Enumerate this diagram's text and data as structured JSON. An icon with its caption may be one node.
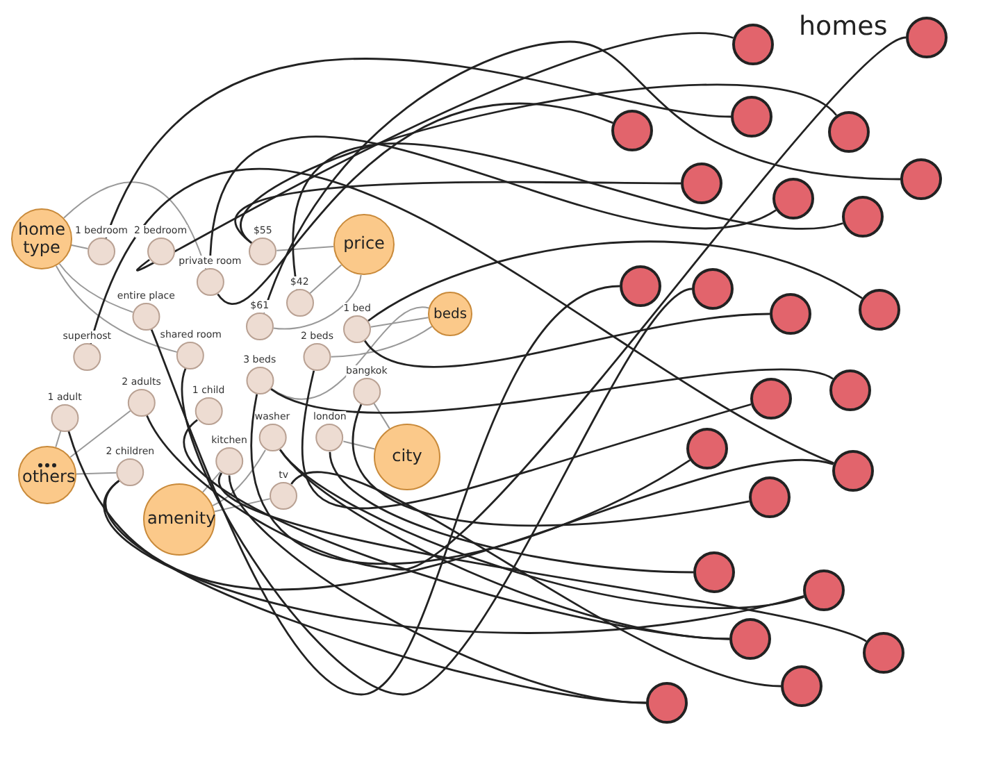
{
  "diagram": {
    "nodes": [
      {
        "text": [
          "home type"
        ]
      },
      {
        "text": [
          "price"
        ]
      },
      {
        "text": [
          "beds"
        ]
      },
      {
        "text": [
          "city"
        ]
      },
      {
        "text": [
          "others"
        ]
      },
      {
        "text": [
          "amenity"
        ]
      },
      {
        "text": [
          "1 bedroom"
        ]
      },
      {
        "text": [
          "2 bedroom"
        ]
      },
      {
        "text": [
          "private room"
        ]
      },
      {
        "text": [
          "$55"
        ]
      },
      {
        "text": [
          "entire place"
        ]
      },
      {
        "text": [
          "shared room"
        ]
      },
      {
        "text": [
          "superhost"
        ]
      },
      {
        "text": [
          "$61"
        ]
      },
      {
        "text": [
          "$42"
        ]
      },
      {
        "text": [
          "1 bed"
        ]
      },
      {
        "text": [
          "2 beds"
        ]
      },
      {
        "text": [
          "3 beds"
        ]
      },
      {
        "text": [
          "bangkok"
        ]
      },
      {
        "text": [
          "london"
        ]
      },
      {
        "text": [
          "washer"
        ]
      },
      {
        "text": [
          "kitchen"
        ]
      },
      {
        "text": [
          "tv"
        ]
      },
      {
        "text": [
          "1 adult"
        ]
      },
      {
        "text": [
          "2 adults"
        ]
      },
      {
        "text": [
          "1 child"
        ]
      },
      {
        "text": [
          "2 children"
        ]
      },
      {
        "text": [],
        "shape": "circle"
      },
      {
        "text": [],
        "shape": "circle"
      },
      {
        "text": [],
        "shape": "circle"
      },
      {
        "text": [],
        "shape": "circle"
      },
      {
        "text": [],
        "shape": "circle"
      },
      {
        "text": [],
        "shape": "circle"
      },
      {
        "text": [],
        "shape": "circle"
      },
      {
        "text": [],
        "shape": "circle"
      },
      {
        "text": [],
        "shape": "circle"
      },
      {
        "text": [],
        "shape": "circle"
      },
      {
        "text": [],
        "shape": "circle"
      },
      {
        "text": [],
        "shape": "circle"
      },
      {
        "text": [],
        "shape": "circle"
      },
      {
        "text": [],
        "shape": "circle"
      },
      {
        "text": [],
        "shape": "circle"
      },
      {
        "text": [],
        "shape": "circle"
      },
      {
        "text": [],
        "shape": "circle"
      },
      {
        "text": [],
        "shape": "circle"
      },
      {
        "text": [],
        "shape": "circle"
      },
      {
        "text": [],
        "shape": "circle"
      },
      {
        "text": [],
        "shape": "circle"
      },
      {
        "text": [],
        "shape": "circle"
      },
      {
        "text": [],
        "shape": "circle"
      },
      {
        "text": [],
        "shape": "circle"
      }
    ],
    "edges": [
      {
        "from": 0,
        "to": 6,
        "arrow": "none",
        "color": "#999999"
      },
      {
        "from": 0,
        "to": 10,
        "arrow": "none",
        "color": "#999999"
      },
      {
        "from": 0,
        "to": 11,
        "arrow": "none",
        "color": "#999999"
      },
      {
        "from": 0,
        "to": 8,
        "arrow": "none",
        "color": "#999999"
      },
      {
        "from": 1,
        "to": 9,
        "arrow": "none",
        "color": "#999999"
      },
      {
        "from": 1,
        "to": 13,
        "arrow": "none",
        "color": "#999999"
      },
      {
        "from": 1,
        "to": 14,
        "arrow": "none",
        "color": "#999999"
      },
      {
        "from": 2,
        "to": 15,
        "arrow": "none",
        "color": "#999999"
      },
      {
        "from": 2,
        "to": 16,
        "arrow": "none",
        "color": "#999999"
      },
      {
        "from": 2,
        "to": 17,
        "arrow": "none",
        "color": "#999999"
      },
      {
        "from": 3,
        "to": 18,
        "arrow": "none",
        "color": "#999999"
      },
      {
        "from": 3,
        "to": 19,
        "arrow": "none",
        "color": "#999999"
      },
      {
        "from": 5,
        "to": 20,
        "arrow": "none",
        "color": "#999999"
      },
      {
        "from": 5,
        "to": 21,
        "arrow": "none",
        "color": "#999999"
      },
      {
        "from": 5,
        "to": 22,
        "arrow": "none",
        "color": "#999999"
      },
      {
        "from": 4,
        "to": 23,
        "arrow": "none",
        "color": "#999999"
      },
      {
        "from": 4,
        "to": 24,
        "arrow": "none",
        "color": "#999999"
      },
      {
        "from": 4,
        "to": 26,
        "arrow": "none",
        "color": "#999999"
      },
      {
        "from": 6,
        "to": 29,
        "arrow": "none"
      },
      {
        "from": 7,
        "to": 27,
        "arrow": "none"
      },
      {
        "from": 8,
        "to": 31,
        "arrow": "none"
      },
      {
        "from": 8,
        "to": 33,
        "arrow": "none"
      },
      {
        "from": 9,
        "to": 32,
        "arrow": "none"
      },
      {
        "from": 9,
        "to": 30,
        "arrow": "none"
      },
      {
        "from": 10,
        "to": 36,
        "arrow": "none"
      },
      {
        "from": 11,
        "to": 37,
        "arrow": "none"
      },
      {
        "from": 12,
        "to": 44,
        "arrow": "none"
      },
      {
        "from": 13,
        "to": 34,
        "arrow": "none"
      },
      {
        "from": 14,
        "to": 35,
        "arrow": "none"
      },
      {
        "from": 15,
        "to": 38,
        "arrow": "none"
      },
      {
        "from": 15,
        "to": 39,
        "arrow": "none"
      },
      {
        "from": 16,
        "to": 40,
        "arrow": "none"
      },
      {
        "from": 17,
        "to": 42,
        "arrow": "none"
      },
      {
        "from": 17,
        "to": 41,
        "arrow": "none"
      },
      {
        "from": 18,
        "to": 43,
        "arrow": "none"
      },
      {
        "from": 19,
        "to": 45,
        "arrow": "none"
      },
      {
        "from": 20,
        "to": 46,
        "arrow": "none"
      },
      {
        "from": 20,
        "to": 47,
        "arrow": "none"
      },
      {
        "from": 21,
        "to": 48,
        "arrow": "none"
      },
      {
        "from": 21,
        "to": 50,
        "arrow": "none"
      },
      {
        "from": 22,
        "to": 49,
        "arrow": "none"
      },
      {
        "from": 23,
        "to": 44,
        "arrow": "none"
      },
      {
        "from": 24,
        "to": 28,
        "arrow": "none"
      },
      {
        "from": 25,
        "to": 47,
        "arrow": "none"
      },
      {
        "from": 26,
        "to": 50,
        "arrow": "none"
      },
      {
        "from": 26,
        "to": 46,
        "arrow": "none"
      }
    ],
    "labels": [
      "homes"
    ]
  }
}
